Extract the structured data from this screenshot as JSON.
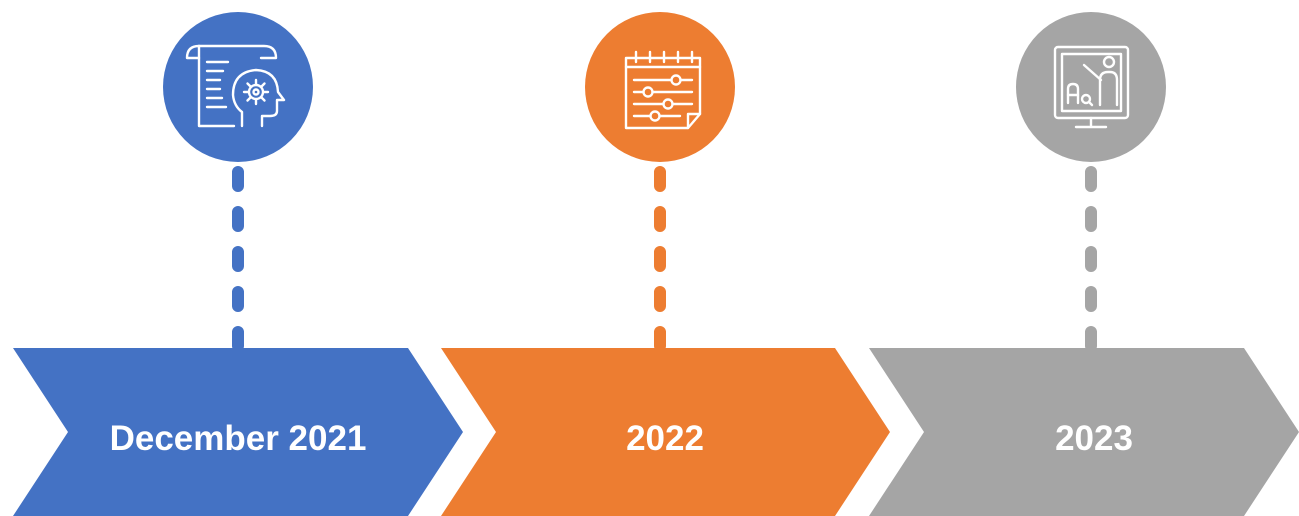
{
  "timeline": {
    "milestones": [
      {
        "label": "December 2021",
        "color": "#4472C4",
        "icon": "ai-research-document-icon"
      },
      {
        "label": "2022",
        "color": "#ED7D31",
        "icon": "calendar-settings-icon"
      },
      {
        "label": "2023",
        "color": "#A5A5A5",
        "icon": "presentation-board-icon"
      }
    ]
  }
}
